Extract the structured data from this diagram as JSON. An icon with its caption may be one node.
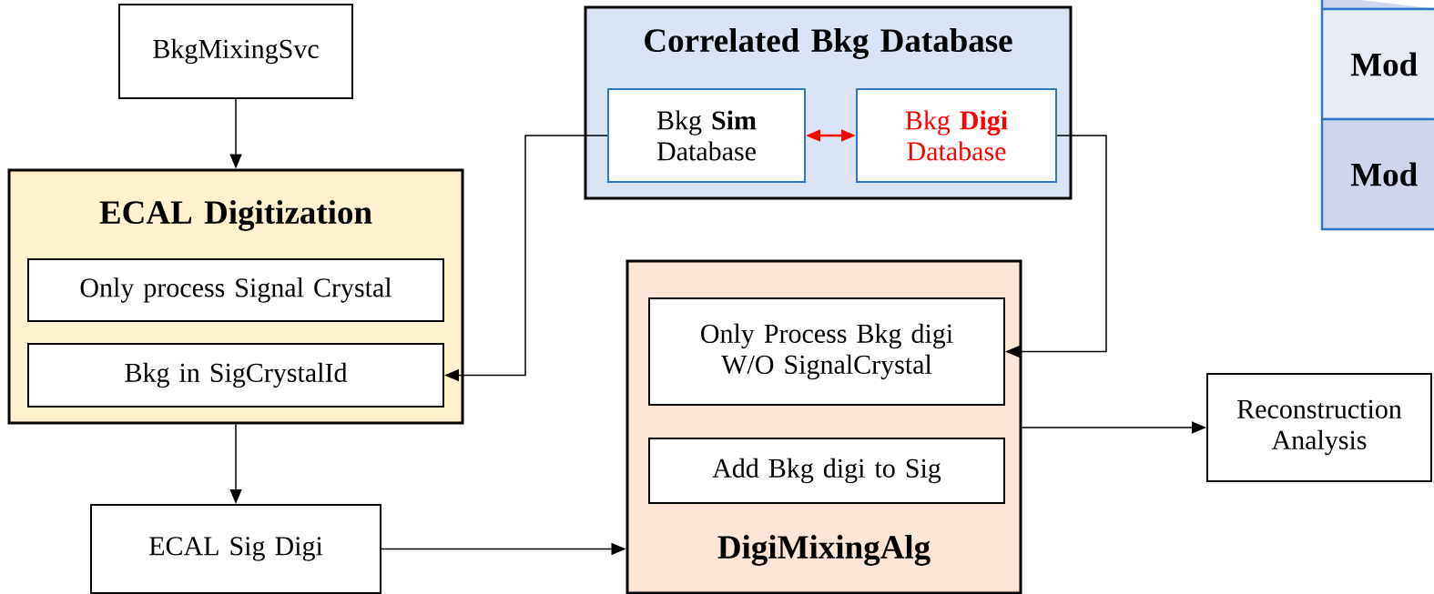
{
  "diagram": {
    "nodes": [
      {
        "text": [
          "BkgMixingSvc"
        ]
      },
      {
        "text": [
          "ECAL Digitization"
        ]
      },
      {
        "text": [
          "Only process Signal Crystal"
        ],
        "in": 1
      },
      {
        "text": [
          "Bkg in SigCrystalId"
        ],
        "in": 1
      },
      {
        "text": [
          "ECAL Sig Digi"
        ]
      },
      {
        "text": [
          "Correlated Bkg Database"
        ]
      },
      {
        "text": [
          "Bkg **Sim** Database"
        ],
        "in": 5
      },
      {
        "text": [
          "Bkg **Digi** Database"
        ],
        "in": 5
      },
      {
        "text": [
          "DigiMixingAlg"
        ]
      },
      {
        "text": [
          "Only Process Bkg digi W/O SignalCrystal"
        ],
        "in": 8
      },
      {
        "text": [
          "Add Bkg digi to Sig"
        ],
        "in": 8
      },
      {
        "text": [
          "Reconstruction Analysis"
        ]
      },
      {
        "text": [
          "Mod"
        ]
      },
      {
        "text": [
          "Mod"
        ]
      }
    ],
    "edges": [
      {
        "from": 0,
        "to": 1,
        "arrow": "to"
      },
      {
        "from": 6,
        "to": 3,
        "arrow": "to"
      },
      {
        "from": 6,
        "to": 7,
        "arrow": "both",
        "color": "#ff0000"
      },
      {
        "from": 7,
        "to": 9,
        "arrow": "to"
      },
      {
        "from": 1,
        "to": 4,
        "arrow": "to"
      },
      {
        "from": 4,
        "to": 8,
        "arrow": "to"
      },
      {
        "from": 8,
        "to": 11,
        "arrow": "to"
      }
    ]
  }
}
